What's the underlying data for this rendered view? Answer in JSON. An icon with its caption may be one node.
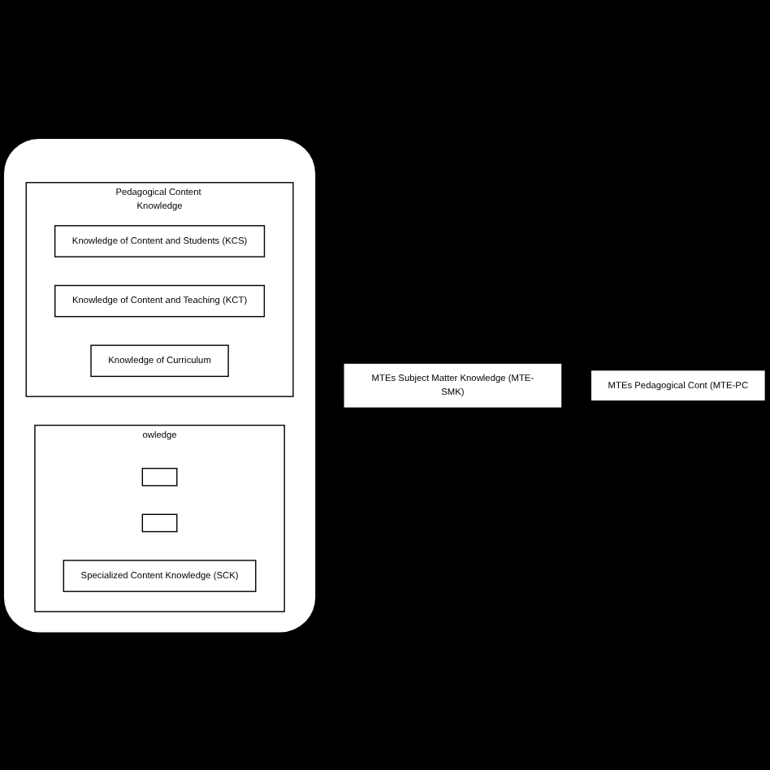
{
  "diagram": {
    "nodes": [
      {
        "text": [],
        "shape": "ellipse"
      },
      {
        "text": [
          "owledge"
        ],
        "in": 0
      },
      {
        "text": [],
        "shape": "box",
        "in": 1
      },
      {
        "text": [],
        "shape": "box",
        "in": 1
      },
      {
        "text": [
          "Specialized Content Knowledge (SCK)"
        ],
        "in": 1
      },
      {
        "text": [
          "Pedagogical Content Knowledge"
        ],
        "in": 0
      },
      {
        "text": [
          "Knowledge of Content and Students (KCS)"
        ],
        "in": 5
      },
      {
        "text": [
          "Knowledge of Content and Teaching (KCT)"
        ],
        "in": 5
      },
      {
        "text": [
          "Knowledge of Curriculum"
        ],
        "in": 5
      },
      {
        "text": [
          "MTEs Subject Matter Knowledge (MTE-SMK)"
        ]
      },
      {
        "text": [
          "MTEs Pedagogical Cont (MTE-PC"
        ]
      }
    ]
  }
}
